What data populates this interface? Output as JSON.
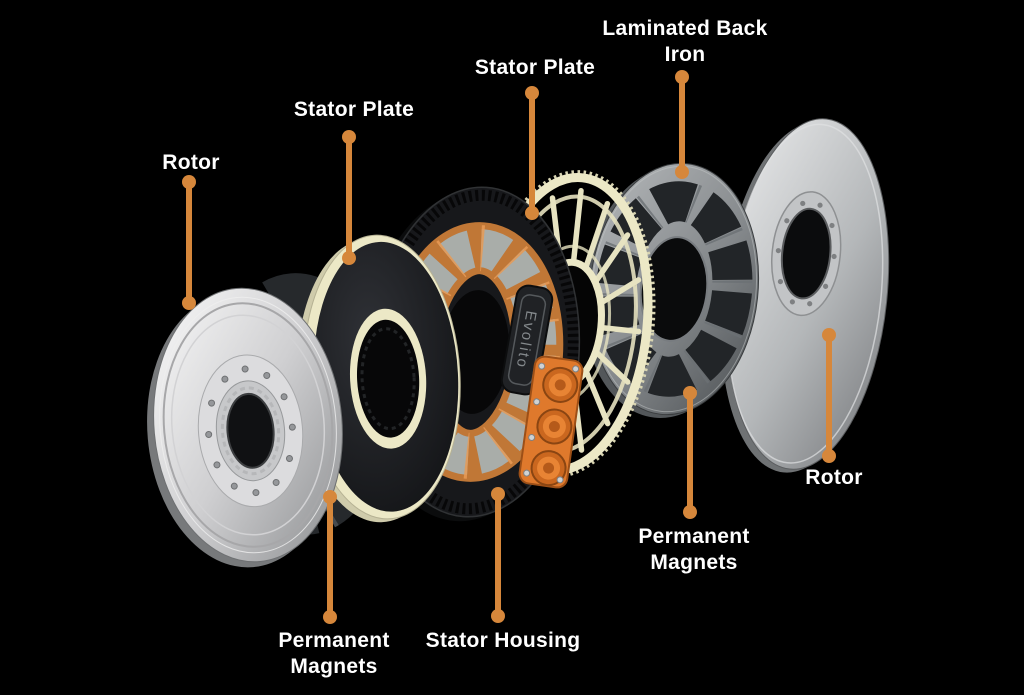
{
  "colors": {
    "background": "#000000",
    "accent_orange": "#D6873B",
    "label_text": "#FFFFFF",
    "cream": "#ECE8C6",
    "copper": "#C9803F",
    "connector_orange": "#DF792C",
    "silver": "#C9CACC",
    "dark_metal": "#26292C"
  },
  "brand": {
    "logo_text": "Evolito"
  },
  "callouts": [
    {
      "id": "rotor-left",
      "text": "Rotor"
    },
    {
      "id": "stator-plate-left",
      "text": "Stator Plate"
    },
    {
      "id": "stator-plate-top",
      "text": "Stator Plate"
    },
    {
      "id": "laminated-back-iron",
      "text": "Laminated Back\nIron"
    },
    {
      "id": "rotor-right",
      "text": "Rotor"
    },
    {
      "id": "permanent-magnets-right",
      "text": "Permanent\nMagnets"
    },
    {
      "id": "permanent-magnets-left",
      "text": "Permanent\nMagnets"
    },
    {
      "id": "stator-housing",
      "text": "Stator Housing"
    }
  ]
}
